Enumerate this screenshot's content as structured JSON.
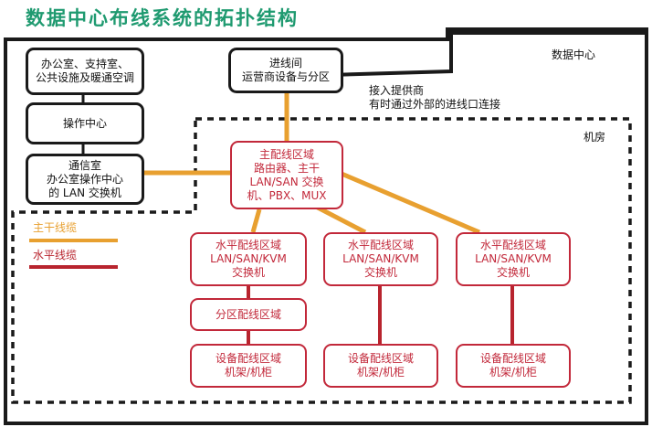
{
  "title": "数据中心布线系统的拓扑结构",
  "colors": {
    "backbone": "#e8a030",
    "horizontal": "#b8242e",
    "title": "#1f9a70",
    "box_border": "#1a1a1a",
    "red_border": "#c2283a"
  },
  "labels": {
    "datacenter": "数据中心",
    "computer_room": "机房",
    "provider": [
      "接入提供商",
      "有时通过外部的进线口连接"
    ]
  },
  "legend": {
    "backbone": "主干线缆",
    "horizontal": "水平线缆"
  },
  "boxes": {
    "office": [
      "办公室、支持室、",
      "公共设施及暖通空调"
    ],
    "ops": [
      "操作中心"
    ],
    "telecom": [
      "通信室",
      "办公室操作中心",
      "的 LAN 交换机"
    ],
    "entrance": [
      "进线间",
      "运营商设备与分区"
    ],
    "mda": [
      "主配线区域",
      "路由器、主干",
      "LAN/SAN 交换",
      "机、PBX、MUX"
    ],
    "hda1": [
      "水平配线区域",
      "LAN/SAN/KVM",
      "交换机"
    ],
    "hda2": [
      "水平配线区域",
      "LAN/SAN/KVM",
      "交换机"
    ],
    "hda3": [
      "水平配线区域",
      "LAN/SAN/KVM",
      "交换机"
    ],
    "zda": [
      "分区配线区域"
    ],
    "eda1": [
      "设备配线区域",
      "机架/机柜"
    ],
    "eda2": [
      "设备配线区域",
      "机架/机柜"
    ],
    "eda3": [
      "设备配线区域",
      "机架/机柜"
    ]
  }
}
